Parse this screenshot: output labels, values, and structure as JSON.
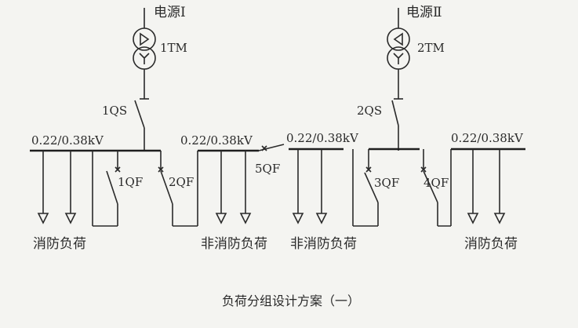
{
  "title": "负荷分组设计方案（一）",
  "sources": [
    {
      "label": "电源Ⅰ",
      "transformer": "1TM"
    },
    {
      "label": "电源Ⅱ",
      "transformer": "2TM"
    }
  ],
  "switches": {
    "qs1": "1QS",
    "qs2": "2QS"
  },
  "breakers": {
    "qf1": "1QF",
    "qf2": "2QF",
    "qf3": "3QF",
    "qf4": "4QF",
    "qf5": "5QF"
  },
  "buses": {
    "bus1": "0.22/0.38kV",
    "bus2": "0.22/0.38kV",
    "bus3": "0.22/0.38kV",
    "bus4": "0.22/0.38kV"
  },
  "loads": {
    "fire_left": "消防负荷",
    "nonfire_center_left": "非消防负荷",
    "nonfire_center_right": "非消防负荷",
    "fire_right": "消防负荷"
  },
  "colors": {
    "line": "#2a2a2a",
    "background": "#f4f4f1"
  }
}
